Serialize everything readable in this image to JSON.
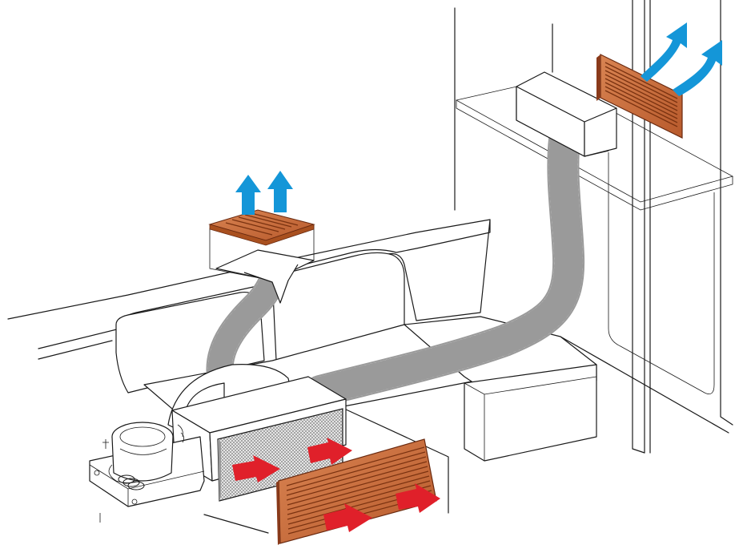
{
  "colors": {
    "grille": "#c8693a",
    "grille_dark": "#8a3a1a",
    "supply_air_arrow": "#1496d8",
    "return_air_arrow": "#e0202a",
    "hose": "#dcdcdc",
    "hose_ridge": "#9a9a9a",
    "line": "#1a1a1a"
  },
  "components": {
    "supply_grilles": 2,
    "return_grilles": 1,
    "ducts": 2
  },
  "icons": [
    "supply-arrow-icon",
    "return-arrow-icon",
    "grille-icon",
    "flexible-duct-icon"
  ],
  "legend": {}
}
